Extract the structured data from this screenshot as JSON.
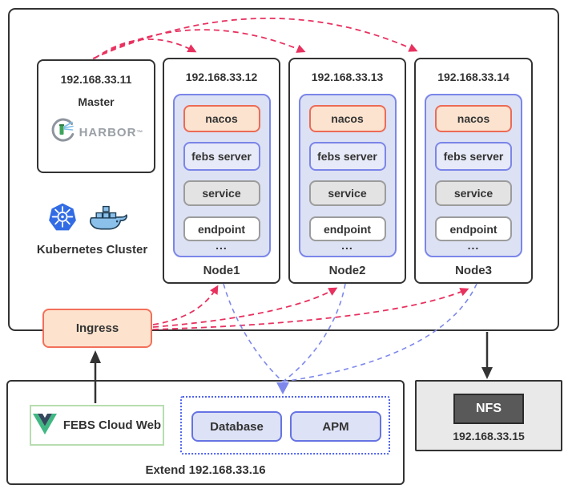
{
  "cluster": {
    "label": "Kubernetes Cluster",
    "master": {
      "ip": "192.168.33.11",
      "role": "Master",
      "registry_label": "HARBOR",
      "registry_tm": "™"
    },
    "nodes": [
      {
        "ip": "192.168.33.12",
        "name": "Node1"
      },
      {
        "ip": "192.168.33.13",
        "name": "Node2"
      },
      {
        "ip": "192.168.33.14",
        "name": "Node3"
      }
    ],
    "pod": {
      "nacos": "nacos",
      "febs_server": "febs server",
      "service": "service",
      "endpoint": "endpoint",
      "more": "..."
    }
  },
  "ingress": {
    "label": "Ingress"
  },
  "web": {
    "label": "FEBS Cloud Web"
  },
  "extend": {
    "label": "Extend 192.168.33.16",
    "database_label": "Database",
    "apm_label": "APM"
  },
  "nfs": {
    "label": "NFS",
    "ip": "192.168.33.15"
  },
  "icons": {
    "kubernetes": "kubernetes-icon",
    "docker": "docker-icon",
    "harbor": "harbor-lighthouse-icon",
    "vue": "vue-icon"
  },
  "colors": {
    "arrow_red": "#e8315f",
    "arrow_blue": "#7e88ec",
    "arrow_black": "#333333",
    "orange_fill": "#fde3cd",
    "orange_border": "#f2705a",
    "nacos_border": "#ec6b56",
    "blue_border": "#7b86e8",
    "pod_panel_fill": "#dce1f4",
    "lavender_fill": "#dde2f6",
    "dotted_border": "#4f63ee",
    "green_border": "#b7ddb0",
    "nfs_fill": "#595959",
    "k8s_blue": "#326ce5"
  }
}
